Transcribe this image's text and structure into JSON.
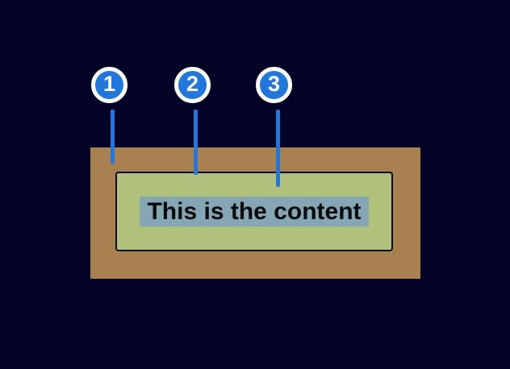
{
  "colors": {
    "background": "#030227",
    "margin": "#a98151",
    "padding": "#b0c17c",
    "content_highlight": "#85a7b5",
    "callout_blue": "#2277dc",
    "callout_ring": "#ffffff",
    "border_black": "#0a0a0a",
    "text_black": "#0a0a0a"
  },
  "diagram": {
    "content_text": "This is the content",
    "callouts": [
      {
        "number": "1"
      },
      {
        "number": "2"
      },
      {
        "number": "3"
      }
    ]
  }
}
